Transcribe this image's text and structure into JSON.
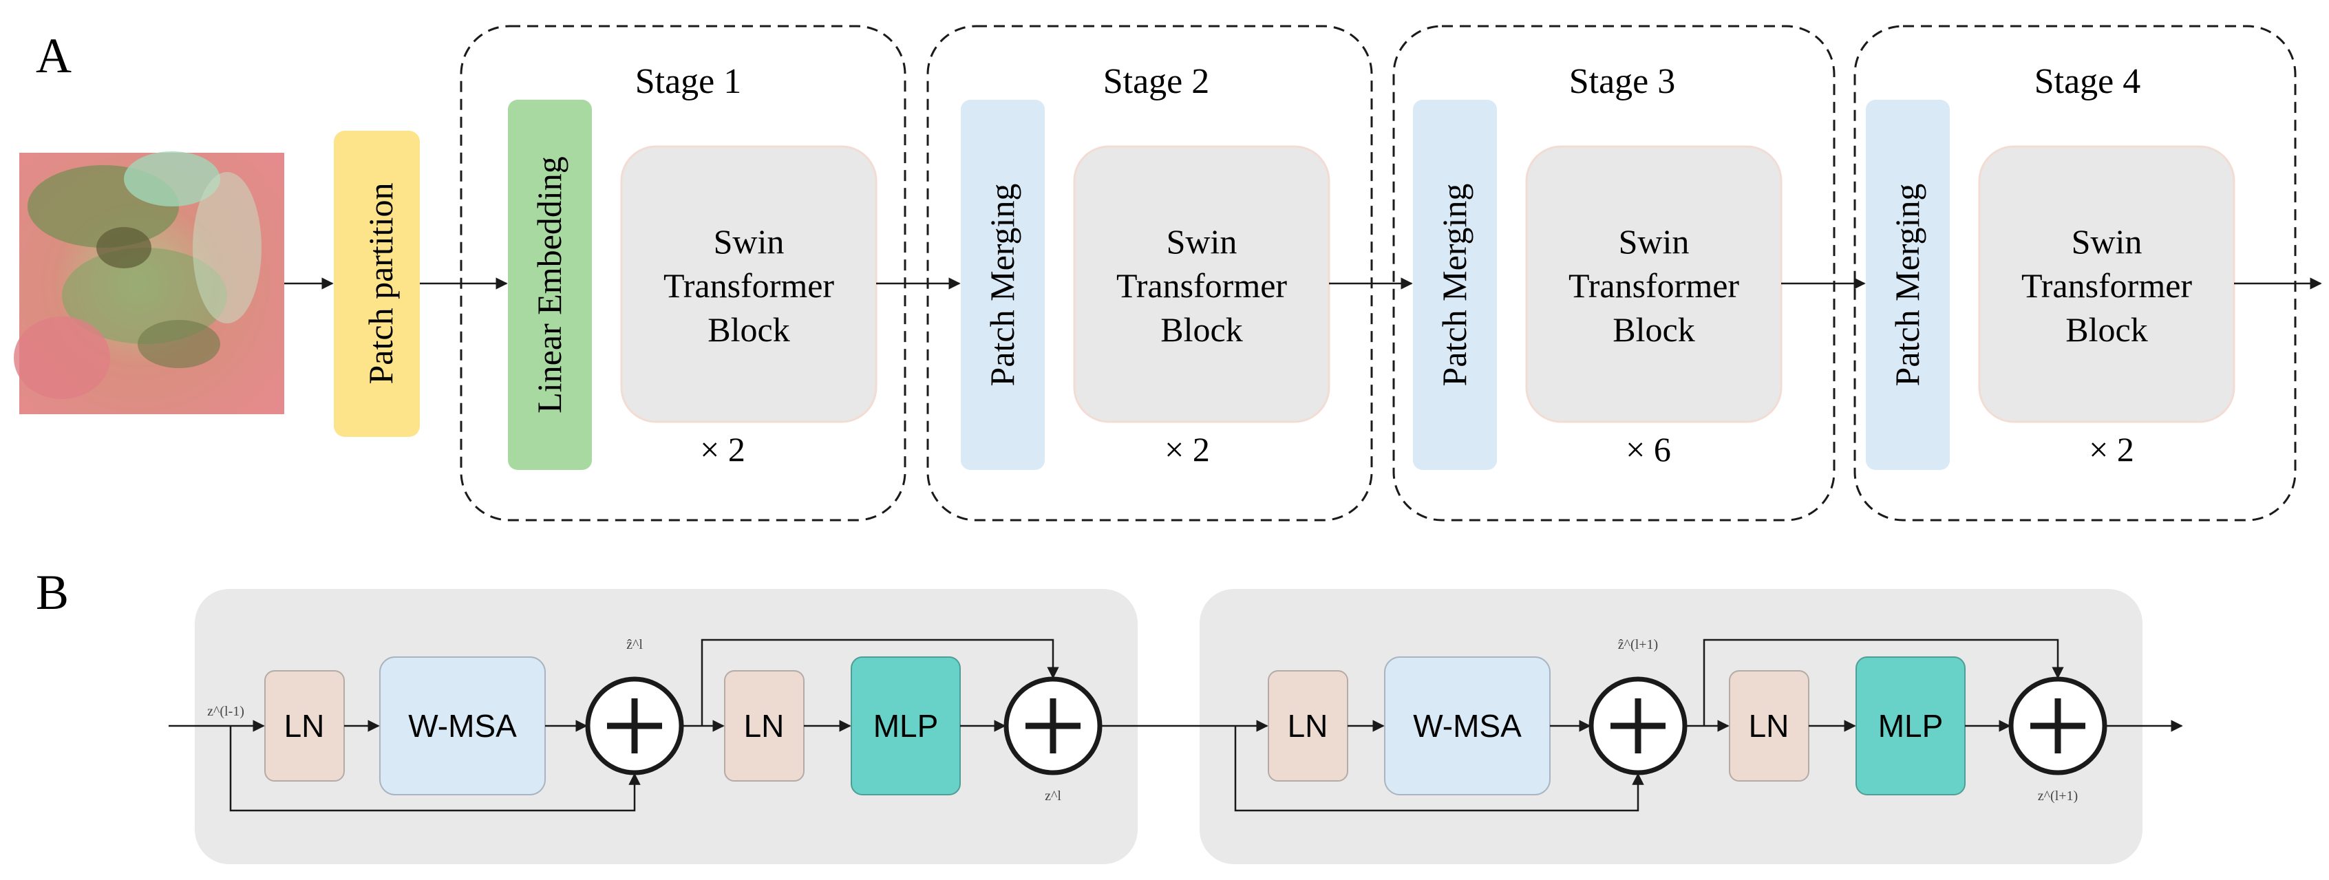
{
  "panel_a": {
    "label": "A",
    "patch_partition": "Patch partition",
    "stages": [
      {
        "title": "Stage 1",
        "first_block": "Linear Embedding",
        "block_lines": [
          "Swin",
          "Transformer",
          "Block"
        ],
        "repeat": "× 2"
      },
      {
        "title": "Stage 2",
        "first_block": "Patch Merging",
        "block_lines": [
          "Swin",
          "Transformer",
          "Block"
        ],
        "repeat": "× 2"
      },
      {
        "title": "Stage 3",
        "first_block": "Patch Merging",
        "block_lines": [
          "Swin",
          "Transformer",
          "Block"
        ],
        "repeat": "× 6"
      },
      {
        "title": "Stage 4",
        "first_block": "Patch Merging",
        "block_lines": [
          "Swin",
          "Transformer",
          "Block"
        ],
        "repeat": "× 2"
      }
    ]
  },
  "panel_b": {
    "label": "B",
    "blocks": [
      {
        "input_label": "z^(l-1)",
        "ln1": "LN",
        "attention": "W-MSA",
        "mid_label": "ẑ^l",
        "ln2": "LN",
        "mlp": "MLP",
        "output_label": "z^l"
      },
      {
        "input_label": "",
        "ln1": "LN",
        "attention": "W-MSA",
        "mid_label": "ẑ^(l+1)",
        "ln2": "LN",
        "mlp": "MLP",
        "output_label": "z^(l+1)"
      }
    ]
  },
  "colors": {
    "patch_partition": "#fde38a",
    "linear_embedding": "#a7d9a0",
    "patch_merging": "#d9e9f6",
    "swin_block": "#e8e8e8",
    "ln": "#eddbd2",
    "wmsa": "#d9e9f6",
    "mlp": "#69d2c8",
    "panel_b_bg": "#e9e9e9",
    "stroke": "#1a1a1a"
  },
  "icons": {
    "input_image": "endoscopy-image",
    "residual_add": "plus-circle-icon"
  }
}
